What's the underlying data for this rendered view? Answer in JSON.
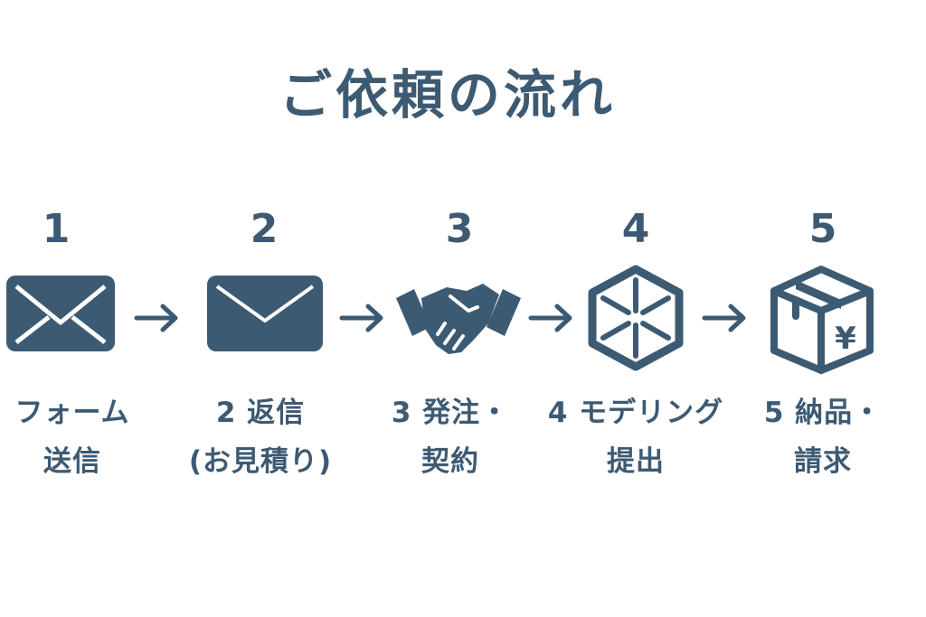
{
  "title": "ご依頼の流れ",
  "colors": {
    "primary": "#3d5a73",
    "background": "#ffffff"
  },
  "steps": [
    {
      "number": "1",
      "icon": "envelope-icon",
      "label_line1": "フォーム",
      "label_line2": "送信"
    },
    {
      "number": "2",
      "icon": "envelope-open-flap-icon",
      "label_line1": "2 返信",
      "label_line2": "(お見積り)"
    },
    {
      "number": "3",
      "icon": "handshake-icon",
      "label_line1": "3 発注・",
      "label_line2": "契約"
    },
    {
      "number": "4",
      "icon": "cube-icon",
      "label_line1": "4 モデリング",
      "label_line2": "提出"
    },
    {
      "number": "5",
      "icon": "yen-box-icon",
      "label_line1": "5 納品・",
      "label_line2": "請求"
    }
  ],
  "arrow_icon": "arrow-right-icon",
  "yen_symbol": "¥"
}
